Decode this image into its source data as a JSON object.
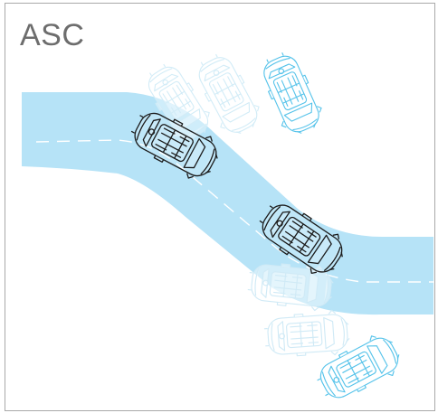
{
  "title": "ASC",
  "colors": {
    "road": "#b6e3f7",
    "road_lane": "#ffffff",
    "frame_border": "#a9a9a9",
    "title_text": "#6d6d6d",
    "car_outline_primary": "#1b1b1b",
    "car_ghost_blue": "#56c3ea",
    "car_ghost_pale": "#cfeaf5"
  },
  "icons": [
    "car-icon-controlled",
    "car-icon-ghost-understeer",
    "car-icon-ghost-oversteer"
  ]
}
